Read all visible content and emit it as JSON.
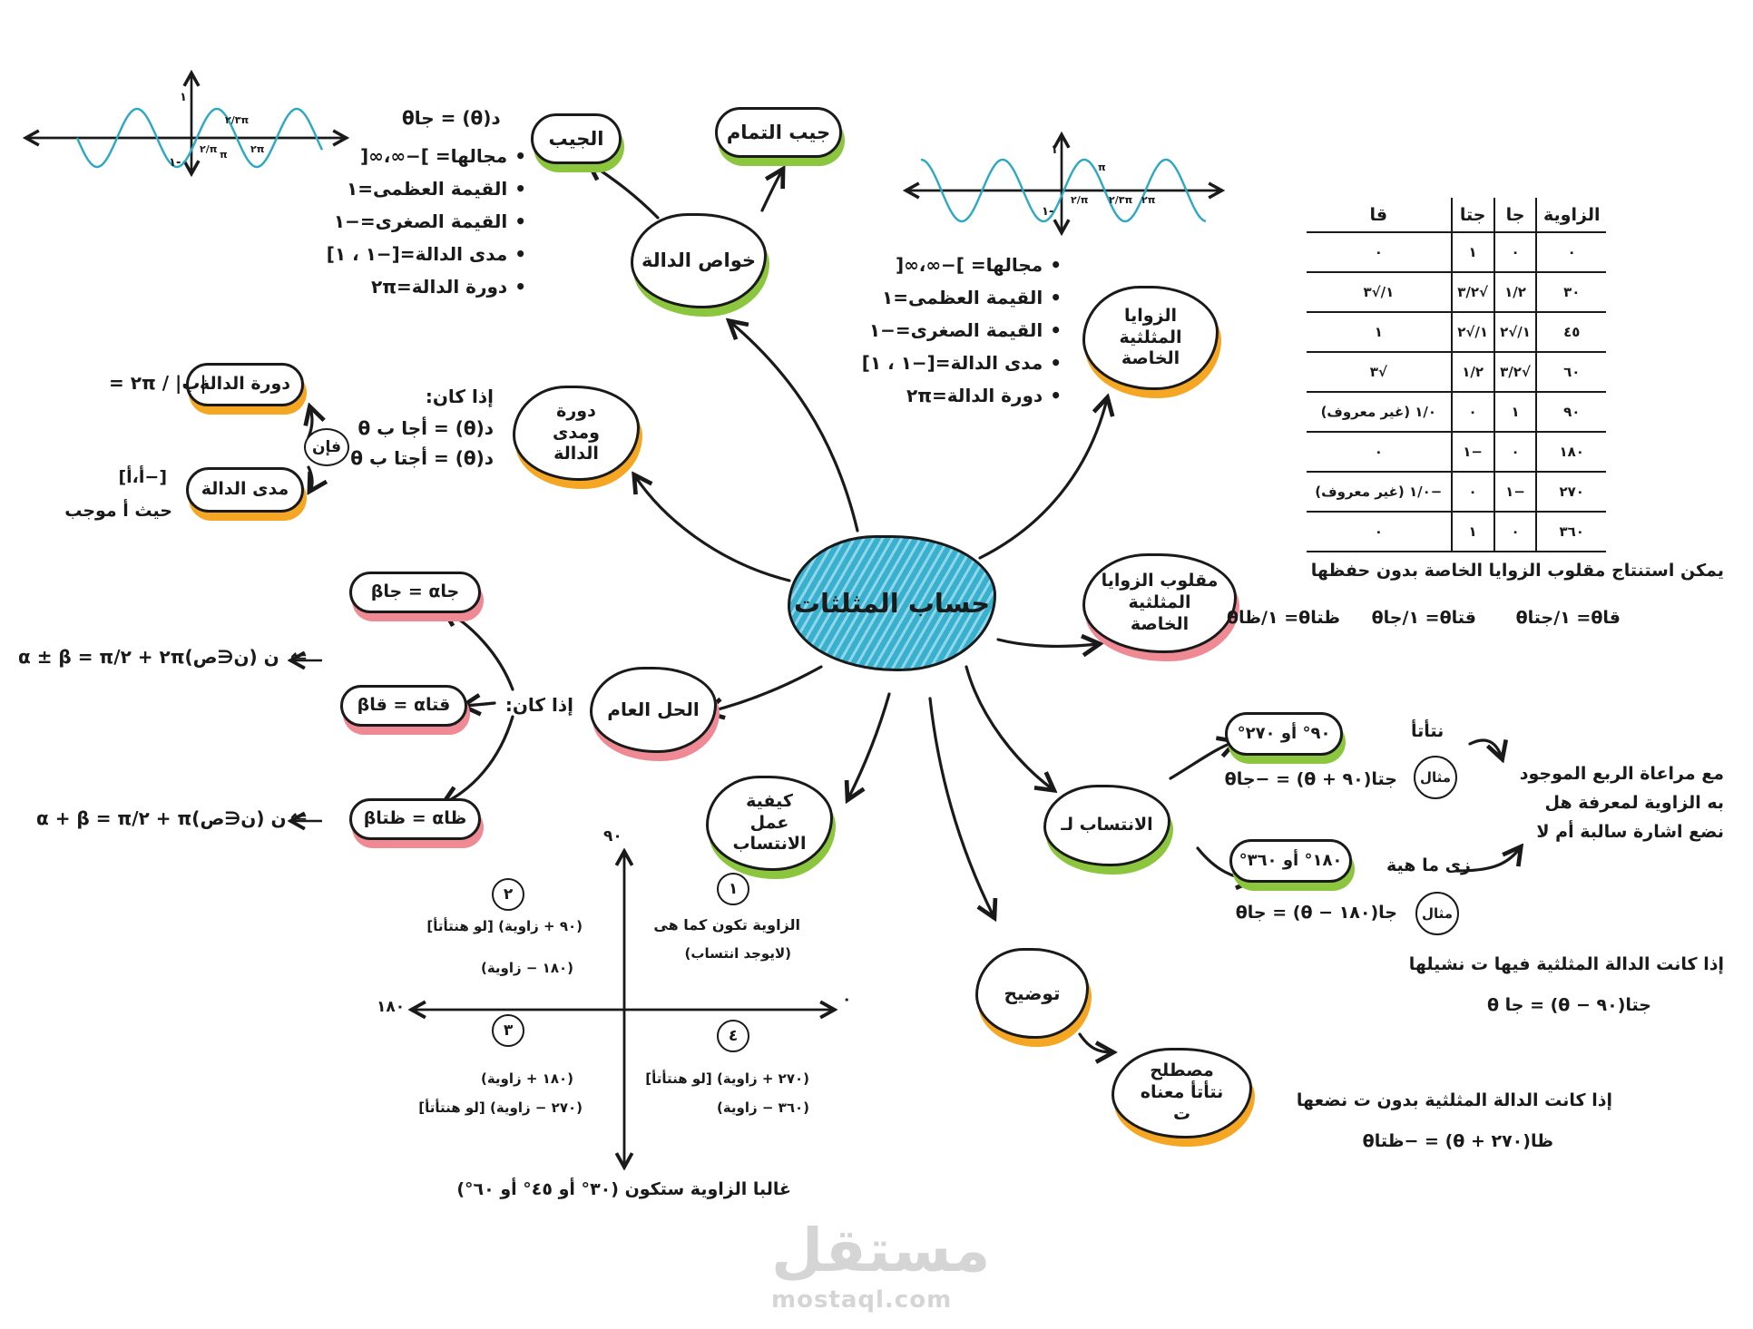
{
  "center": "حساب المثلثات",
  "nodes": {
    "properties": "خواص الدالة",
    "sine": "الجيب",
    "cosine": "جيب التمام",
    "special_angles": "الزوايا المثلثية الخاصة",
    "reciprocals": "مقلوب الزوايا المثلثية الخاصة",
    "period_range": "دورة ومدى الدالة",
    "general_solution": "الحل العام",
    "translation_how": "كيفية عمل الانتساب",
    "translation_to": "الانتساب لـ",
    "clarification": "توضيح",
    "term_meaning": "مصطلح نتأتأ معناه ت"
  },
  "sine_props": {
    "formula": "د(θ) = جاθ",
    "items": [
      "مجالها= ]−∞،∞[",
      "القيمة العظمى=١",
      "القيمة الصغرى=−١",
      "مدى الدالة=[−١ ، ١]",
      "دورة الدالة=٢π"
    ]
  },
  "cos_props": {
    "items": [
      "مجالها= ]−∞،∞[",
      "القيمة العظمى=١",
      "القيمة الصغرى=−١",
      "مدى الدالة=[−١ ، ١]",
      "دورة الدالة=٢π"
    ]
  },
  "sine_graph": {
    "label_one": "١",
    "label_minus_one": "-١",
    "ticks": [
      "π/٢",
      "π",
      "٣π/٢",
      "٢π"
    ]
  },
  "cos_graph": {
    "label_one": "١",
    "label_minus_one": "-١",
    "ticks": [
      "π/٢",
      "π",
      "٣π/٢",
      "٢π"
    ]
  },
  "table": {
    "headers": [
      "الزاوية",
      "جا",
      "جتا",
      "قا"
    ],
    "rows": [
      [
        "٠",
        "٠",
        "١",
        "٠"
      ],
      [
        "٣٠",
        "١/٢",
        "√٣/٢",
        "١/√٣"
      ],
      [
        "٤٥",
        "١/√٢",
        "١/√٢",
        "١"
      ],
      [
        "٦٠",
        "√٣/٢",
        "١/٢",
        "√٣"
      ],
      [
        "٩٠",
        "١",
        "٠",
        "١/٠ (غير معروف)"
      ],
      [
        "١٨٠",
        "٠",
        "−١",
        "٠"
      ],
      [
        "٢٧٠",
        "−١",
        "٠",
        "−١/٠ (غير معروف)"
      ],
      [
        "٣٦٠",
        "٠",
        "١",
        "٠"
      ]
    ]
  },
  "reciprocal_note": {
    "text": "يمكن استنتاج مقلوب الزوايا الخاصة بدون حفظها",
    "formulas": [
      "قاθ= ١/جتاθ",
      "قتاθ= ١/جاθ",
      "ظتاθ= ١/ظاθ"
    ]
  },
  "period_section": {
    "if": "إذا كان:",
    "lines": [
      "د(θ) = أجا ب θ",
      "د(θ) = أجتا ب θ"
    ],
    "then": "فإن",
    "period_label": "دورة الدالة",
    "period_value": "= ٢π / |ب|",
    "range_label": "مدى الدالة",
    "range_value": "[−أ،أ]",
    "range_note": "حيث أ موجب"
  },
  "general_section": {
    "if": "إذا كان:",
    "cases": [
      {
        "label": "جاα = جاβ",
        "result": "α ± β = π/٢ + ٢πن (ن∈ص)"
      },
      {
        "label": "قتاα = قاβ",
        "result": ""
      },
      {
        "label": "ظاα = ظتاβ",
        "result": "α + β = π/٢ + πن (ن∈ص)"
      }
    ]
  },
  "quadrants": {
    "axis_top": "٩٠",
    "axis_left": "١٨٠",
    "axis_right": "٠",
    "q1": {
      "num": "١",
      "lines": [
        "الزاوية تكون كما هى",
        "(لايوجد انتساب)"
      ]
    },
    "q2": {
      "num": "٢",
      "lines": [
        "(٩٠ + زاوية) [لو هنتأتأ]",
        "(١٨٠ − زاوية)"
      ]
    },
    "q3": {
      "num": "٣",
      "lines": [
        "(١٨٠ + زاوية)",
        "(٢٧٠ − زاوية) [لو هنتأتأ]"
      ]
    },
    "q4": {
      "num": "٤",
      "lines": [
        "(٢٧٠ + زاوية) [لو هنتأتأ]",
        "(٣٦٠ − زاوية)"
      ]
    },
    "footer": "غالبا الزاوية ستكون (٣٠° أو ٤٥° أو ٦٠°)"
  },
  "translation": {
    "case1": "٩٠° أو ٢٧٠°",
    "case1_example_label": "مثال",
    "case1_example": "جتا(٩٠ + θ) = −جاθ",
    "case1_note": "نتأتأ",
    "case2": "١٨٠° أو ٣٦٠°",
    "case2_example_label": "مثال",
    "case2_example": "جا(١٨٠ − θ) = جاθ",
    "case2_note": "زى ما هية",
    "sign_note": [
      "مع مراعاة الربع الموجود",
      "به الزاوية لمعرفة هل",
      "نضع اشارة سالبة أم لا"
    ]
  },
  "clarify": {
    "line1": "إذا كانت الدالة المثلثية فيها ت نشيلها",
    "ex1": "جتا(٩٠ − θ) = جا θ",
    "line2": "إذا كانت الدالة المثلثية بدون ت نضعها",
    "ex2": "ظا(٢٧٠ + θ) = −ظتاθ"
  },
  "watermark": {
    "arabic": "مستقل",
    "latin": "mostaql.com"
  },
  "colors": {
    "cloud_blue": "#3ab0cf",
    "green": "#8cc63f",
    "orange": "#f5a623",
    "pink": "#ef8a94",
    "wave": "#2aa8c4"
  }
}
